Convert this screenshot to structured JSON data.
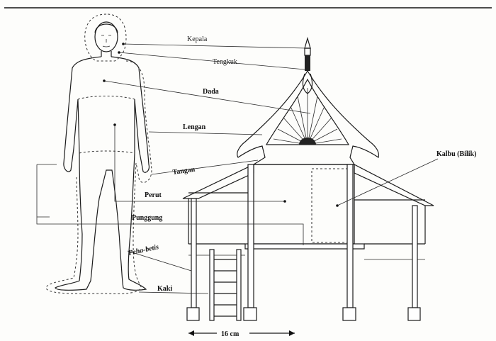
{
  "labels": {
    "kepala": "Kepala",
    "tengkuk": "Tengkuk",
    "dada": "Dada",
    "lengan": "Lengan",
    "tangan": "Tangan",
    "perut": "Perut",
    "punggung": "Punggung",
    "peha_betis": "Peha-betis",
    "kaki": "Kaki",
    "kalbu": "Kalbu (Bilik)"
  },
  "scale": {
    "label": "16 cm"
  }
}
